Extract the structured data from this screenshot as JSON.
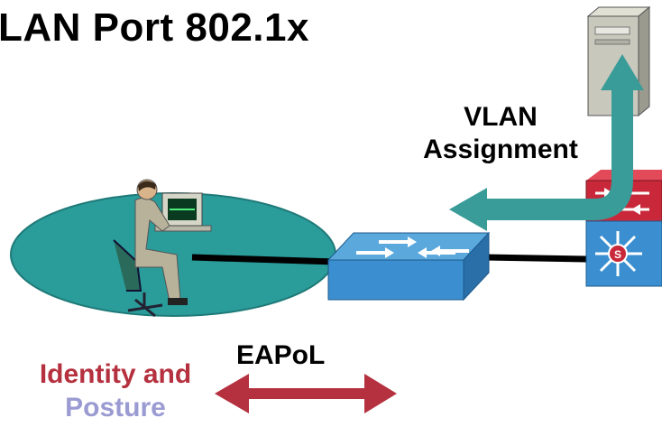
{
  "title": "LAN Port 802.1x",
  "labels": {
    "vlan_line1": "VLAN",
    "vlan_line2": "Assignment",
    "eapol": "EAPoL",
    "identity": "Identity and",
    "posture": "Posture"
  },
  "colors": {
    "lan_ellipse": "#2a9c9a",
    "switch_blue": "#3b8fd0",
    "router_red": "#c8283a",
    "arrow_teal": "#3a9c98",
    "identity_red": "#b5313f",
    "posture_lavender": "#9b9bd3",
    "server_gray": "#c8c8bc"
  },
  "icons": [
    "server-icon",
    "user-workstation-icon",
    "switch-icon",
    "router-firewall-icon",
    "layer3-switch-icon"
  ]
}
